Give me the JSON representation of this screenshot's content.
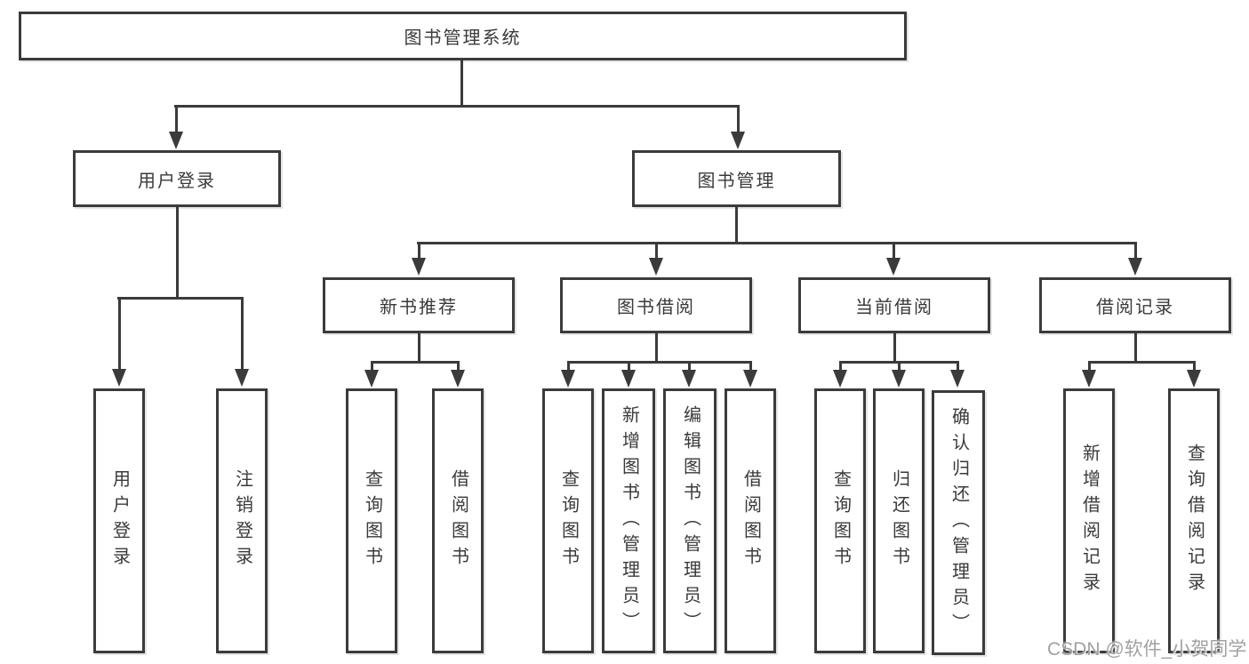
{
  "diagram": {
    "root": "图书管理系统",
    "branches": [
      {
        "label": "用户登录",
        "children": [
          "用户登录",
          "注销登录"
        ]
      },
      {
        "label": "图书管理",
        "children": [
          {
            "label": "新书推荐",
            "children": [
              "查询图书",
              "借阅图书"
            ]
          },
          {
            "label": "图书借阅",
            "children": [
              "查询图书",
              "新增图书（管理员）",
              "编辑图书（管理员）",
              "借阅图书"
            ]
          },
          {
            "label": "当前借阅",
            "children": [
              "查询图书",
              "归还图书",
              "确认归还（管理员）"
            ]
          },
          {
            "label": "借阅记录",
            "children": [
              "新增借阅记录",
              "查询借阅记录"
            ]
          }
        ]
      }
    ],
    "watermark": "CSDN @软件_小贺同学",
    "colors": {
      "line": "#3b3b3b",
      "text": "#3a3a3a",
      "background": "#ffffff",
      "watermark": "#949494"
    }
  }
}
